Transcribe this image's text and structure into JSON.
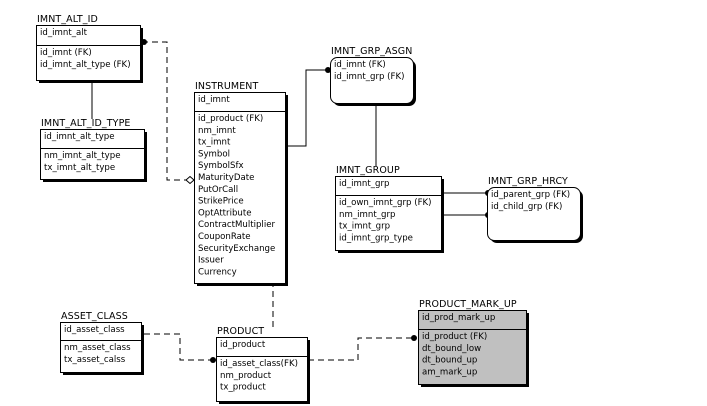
{
  "diagram": {
    "entities": [
      {
        "id": "imnt_alt_id",
        "title": "IMNT_ALT_ID",
        "shape": "rect",
        "shaded": false,
        "keys": [
          "id_imnt_alt"
        ],
        "attributes": [
          "id_imnt (FK)",
          "id_imnt_alt_type (FK)"
        ]
      },
      {
        "id": "imnt_alt_id_type",
        "title": "IMNT_ALT_ID_TYPE",
        "shape": "rect",
        "shaded": false,
        "keys": [
          "id_imnt_alt_type"
        ],
        "attributes": [
          "nm_imnt_alt_type",
          "tx_imnt_alt_type"
        ]
      },
      {
        "id": "instrument",
        "title": "INSTRUMENT",
        "shape": "rect",
        "shaded": false,
        "keys": [
          "id_imnt"
        ],
        "attributes": [
          "id_product (FK)",
          "nm_imnt",
          "tx_imnt",
          "Symbol",
          "SymbolSfx",
          "MaturityDate",
          "PutOrCall",
          "StrikePrice",
          "OptAttribute",
          "ContractMultiplier",
          "CouponRate",
          "SecurityExchange",
          "Issuer",
          "Currency"
        ]
      },
      {
        "id": "imnt_grp_asgn",
        "title": "IMNT_GRP_ASGN",
        "shape": "rounded",
        "shaded": false,
        "keys": [
          "id_imnt (FK)",
          "id_imnt_grp (FK)"
        ],
        "attributes": []
      },
      {
        "id": "imnt_group",
        "title": "IMNT_GROUP",
        "shape": "rect",
        "shaded": false,
        "keys": [
          "id_imnt_grp"
        ],
        "attributes": [
          "id_own_imnt_grp (FK)",
          "nm_imnt_grp",
          "tx_imnt_grp",
          "id_imnt_grp_type"
        ]
      },
      {
        "id": "imnt_grp_hrcy",
        "title": "IMNT_GRP_HRCY",
        "shape": "rounded",
        "shaded": false,
        "keys": [
          "id_parent_grp (FK)",
          "id_child_grp (FK)"
        ],
        "attributes": []
      },
      {
        "id": "asset_class",
        "title": "ASSET_CLASS",
        "shape": "rect",
        "shaded": false,
        "keys": [
          "id_asset_class"
        ],
        "attributes": [
          "nm_asset_class",
          "tx_asset_calss"
        ]
      },
      {
        "id": "product",
        "title": "PRODUCT",
        "shape": "rect",
        "shaded": false,
        "keys": [
          "id_product"
        ],
        "attributes": [
          "id_asset_class(FK)",
          "nm_product",
          "tx_product"
        ]
      },
      {
        "id": "product_mark_up",
        "title": "PRODUCT_MARK_UP",
        "shape": "rect",
        "shaded": true,
        "keys": [
          "id_prod_mark_up"
        ],
        "attributes": [
          "id_product (FK)",
          "dt_bound_low",
          "dt_bound_up",
          "am_mark_up"
        ]
      }
    ],
    "relationships": [
      {
        "from": "instrument",
        "to": "imnt_alt_id",
        "style": "dashed",
        "start": "diamond",
        "end": "dot"
      },
      {
        "from": "imnt_alt_id_type",
        "to": "imnt_alt_id",
        "style": "solid",
        "start": "none",
        "end": "dot"
      },
      {
        "from": "instrument",
        "to": "imnt_grp_asgn",
        "style": "solid",
        "start": "none",
        "end": "dot"
      },
      {
        "from": "imnt_group",
        "to": "imnt_grp_asgn",
        "style": "solid",
        "start": "none",
        "end": "dot"
      },
      {
        "from": "imnt_group",
        "to": "imnt_grp_hrcy",
        "style": "solid",
        "start": "none",
        "end": "dot"
      },
      {
        "from": "imnt_group",
        "to": "imnt_grp_hrcy",
        "style": "solid",
        "start": "none",
        "end": "dot"
      },
      {
        "from": "product",
        "to": "instrument",
        "style": "dashed",
        "start": "none",
        "end": "dot"
      },
      {
        "from": "asset_class",
        "to": "product",
        "style": "dashed",
        "start": "none",
        "end": "dot"
      },
      {
        "from": "product",
        "to": "product_mark_up",
        "style": "dashed",
        "start": "none",
        "end": "dot"
      }
    ],
    "colors": {
      "line": "#000000",
      "box_fill": "#ffffff",
      "shaded_fill": "#c0c0c0"
    }
  }
}
